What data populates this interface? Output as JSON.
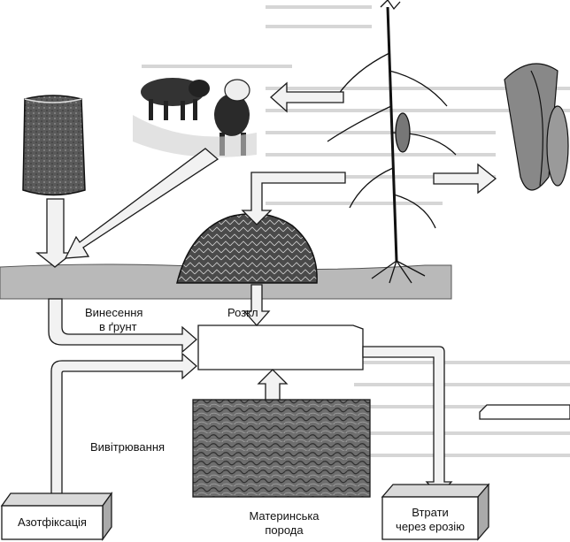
{
  "labels": {
    "application_line1": "Винесення",
    "application_line2": "в ґрунт",
    "decomposition": "Розкл",
    "weathering": "Вивітрювання",
    "nitrogen_fixation": "Азотфіксація",
    "parent_rock_line1": "Материнська",
    "parent_rock_line2": "порода",
    "losses_line1": "Втрати",
    "losses_line2": "через ерозію"
  },
  "colors": {
    "arrow_fill": "#f2f2f2",
    "outline": "#1a1a1a",
    "soil": "#b9b9b9",
    "rock": "#6e6e6e",
    "background_text": "#d6d6d6"
  }
}
